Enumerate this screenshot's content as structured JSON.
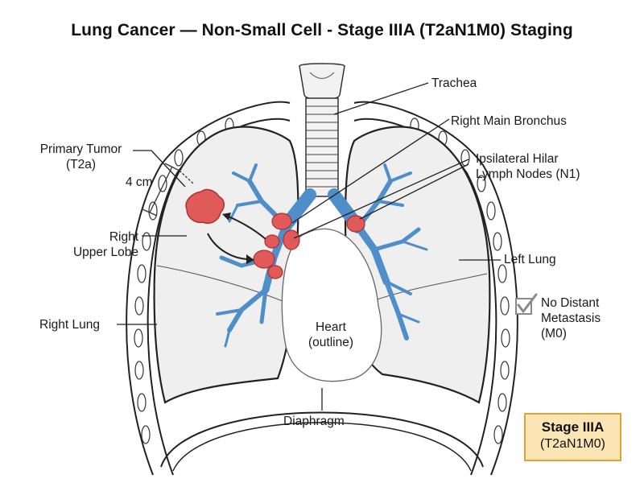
{
  "title": "Lung Cancer — Non-Small Cell - Stage IIIA (T2aN1M0) Staging",
  "labels": {
    "trachea": "Trachea",
    "right_main_bronchus": "Right Main Bronchus",
    "hilar_nodes_line1": "Ipsilateral Hilar",
    "hilar_nodes_line2": "Lymph Nodes (N1)",
    "primary_tumor_line1": "Primary Tumor",
    "primary_tumor_line2": "(T2a)",
    "tumor_size": "4 cm",
    "right_upper_lobe_line1": "Right",
    "right_upper_lobe_line2": "Upper Lobe",
    "left_lung": "Left Lung",
    "right_lung": "Right Lung",
    "heart_line1": "Heart",
    "heart_line2": "(outline)",
    "diaphragm": "Diaphragm",
    "metastasis_line1": "No Distant",
    "metastasis_line2": "Metastasis",
    "metastasis_line3": "(M0)"
  },
  "stage_box": {
    "line1": "Stage IIIA",
    "line2": "(T2aN1M0)"
  },
  "colors": {
    "bronchi": "#4f8ec9",
    "tumor": "#e05a5a",
    "lung_fill": "#efefef",
    "stage_fill": "#fbe5b5",
    "stage_border": "#e0a436",
    "check": "#8a8a8a"
  },
  "icons": {
    "metastasis_check": "checkbox-check-icon"
  }
}
